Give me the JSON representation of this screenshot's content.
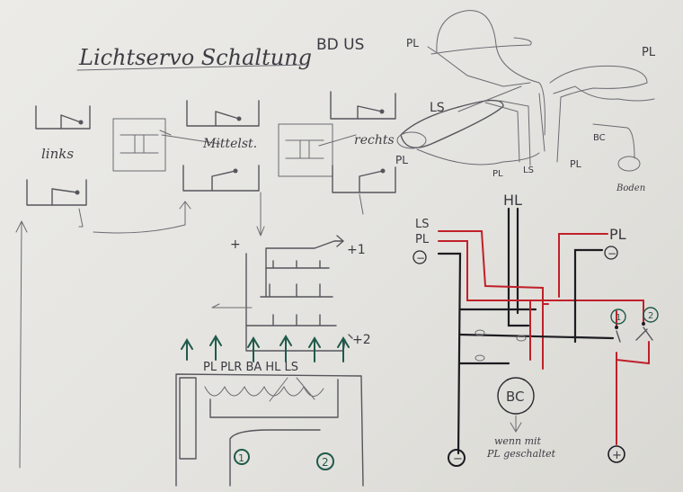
{
  "title": "Lichtservo Schaltung",
  "title_suffix": "BD US",
  "switch_labels": {
    "links": "links",
    "mittelst": "Mittelst.",
    "rechts": "rechts"
  },
  "terminals": {
    "plus": "+",
    "plus1": "+1",
    "plus2": "+2",
    "bottom_row": "PL PLR BA HL LS",
    "one": "1",
    "two": "2"
  },
  "vehicle_labels": {
    "pl_top_left": "PL",
    "pl_top_right": "PL",
    "ls": "LS",
    "pl_tip": "PL",
    "pl_bottom": "PL",
    "ls_bottom": "LS",
    "pl_bottom2": "PL",
    "bc": "BC",
    "boden": "Boden"
  },
  "schematic_labels": {
    "ls": "LS",
    "pl_left": "PL",
    "minus_left": "−",
    "hl": "HL",
    "pl_right": "PL",
    "minus_right": "−",
    "circ1": "1",
    "circ2": "2",
    "bc": "BC",
    "note_line1": "wenn mit",
    "note_line2": "PL geschaltet",
    "minus_bottom": "−",
    "plus_bottom": "+"
  },
  "colors": {
    "pencil": "#55555c",
    "ink": "#1c1c22",
    "red": "#c0202a",
    "green": "#1f5a4a",
    "paper": "#e8e7e3"
  }
}
